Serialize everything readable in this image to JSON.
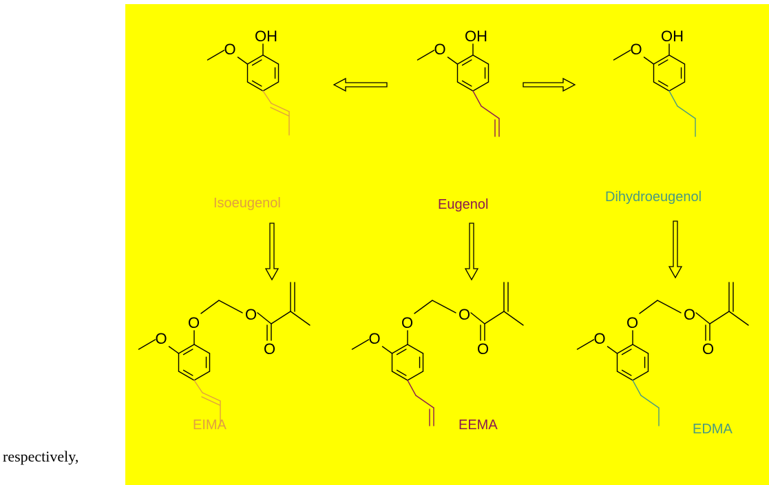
{
  "prefix_text": "respectively,",
  "colors": {
    "background": "#ffff00",
    "isoeugenol": "#e0a040",
    "eugenol": "#8b1a4f",
    "dihydroeugenol": "#4a9a80",
    "skeleton": "#000000"
  },
  "atoms": {
    "oh": "OH",
    "o": "O"
  },
  "molecules": [
    {
      "label": "Isoeugenol",
      "tail": "propenyl",
      "color_key": "isoeugenol"
    },
    {
      "label": "Eugenol",
      "tail": "allyl",
      "color_key": "eugenol"
    },
    {
      "label": "Dihydroeugenol",
      "tail": "propyl",
      "color_key": "dihydroeugenol"
    }
  ],
  "products": [
    {
      "label": "EIMA",
      "tail": "propenyl",
      "color_key": "isoeugenol"
    },
    {
      "label": "EEMA",
      "tail": "allyl",
      "color_key": "eugenol"
    },
    {
      "label": "EDMA",
      "tail": "propyl",
      "color_key": "dihydroeugenol"
    }
  ]
}
